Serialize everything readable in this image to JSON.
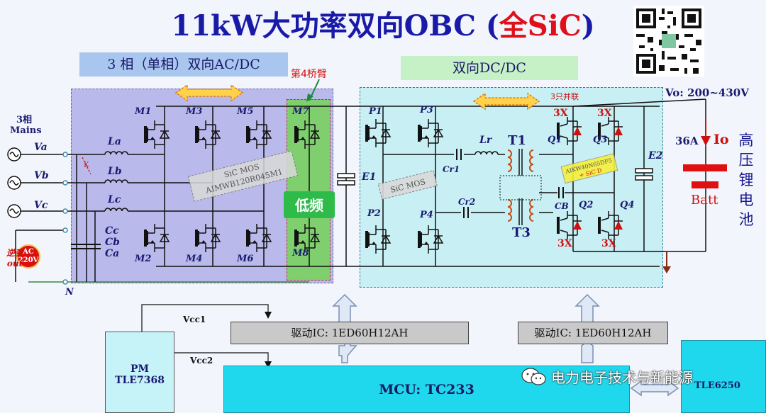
{
  "title": {
    "main": "11kW大功率双向OBC (",
    "highlight": "全SiC",
    "close": ")"
  },
  "sections": {
    "acdc_header": "3 相（单相）双向AC/DC",
    "dcdc_header": "双向DC/DC",
    "bridge4_label": "第4桥臂",
    "low_freq_label": "低频",
    "parallel_label": "3只并联"
  },
  "mains": {
    "label_line1": "3相",
    "label_line2": "Mains",
    "phases": [
      "Va",
      "Vb",
      "Vc"
    ],
    "neutral": "N",
    "inverter_label_line1": "逆变",
    "inverter_label_line2": "out",
    "ac_source_line1": "AC",
    "ac_source_line2": "220V",
    "relay": "K"
  },
  "inductors": {
    "la": "La",
    "lb": "Lb",
    "lc": "Lc",
    "lr": "Lr"
  },
  "capacitors": {
    "cc": "Cc",
    "cb": "Cb",
    "ca": "Ca",
    "e1": "E1",
    "e2": "E2",
    "cr1": "Cr1",
    "cr2": "Cr2",
    "cb_res": "CB"
  },
  "switches": {
    "m1": "M1",
    "m2": "M2",
    "m3": "M3",
    "m4": "M4",
    "m5": "M5",
    "m6": "M6",
    "m7": "M7",
    "m8": "M8",
    "p1": "P1",
    "p2": "P2",
    "p3": "P3",
    "p4": "P4",
    "q1": "Q1",
    "q2": "Q2",
    "q3": "Q3",
    "q4": "Q4"
  },
  "multipliers": [
    "3X",
    "3X",
    "3X",
    "3X"
  ],
  "parts": {
    "sic_mos_1_line1": "SiC MOS",
    "sic_mos_1_line2": "AIMWB120R045M1",
    "sic_mos_2": "SiC MOS",
    "diode_part_line1": "AIKW40N65DF5",
    "diode_part_line2": "+ SiC D"
  },
  "transformers": {
    "t1": "T1",
    "t3": "T3"
  },
  "output": {
    "vo": "Vo: 200~430V",
    "current": "36A",
    "io": "Io",
    "batt": "Batt",
    "hv_battery": [
      "高",
      "压",
      "锂",
      "电",
      "池"
    ]
  },
  "control": {
    "pm_line1": "PM",
    "pm_line2": "TLE7368",
    "vcc1": "Vcc1",
    "vcc2": "Vcc2",
    "driver_left": "驱动IC:  1ED60H12AH",
    "driver_right": "驱动IC:  1ED60H12AH",
    "mcu": "MCU:  TC233",
    "right_chip": "TLE6250"
  },
  "watermark": "电力电子技术与新能源",
  "colors": {
    "title": "#1a1aa8",
    "accent_red": "#e0101a",
    "acdc_bg": "#b8b8ea",
    "dcdc_bg": "#c8f0f4",
    "lowfreq_green": "#3dbd55",
    "mcu_cyan": "#1fd8ee"
  }
}
